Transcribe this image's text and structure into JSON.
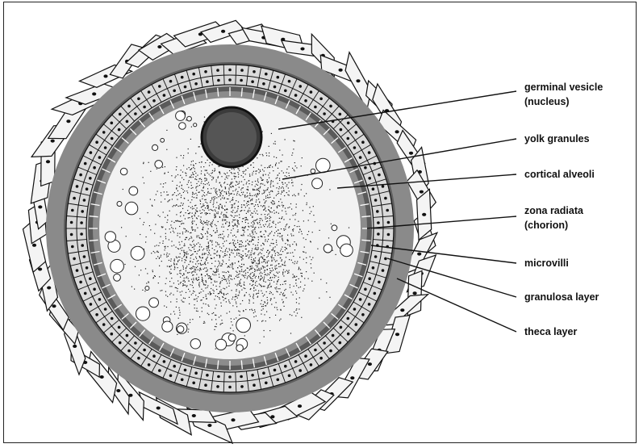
{
  "labels": {
    "germinal_vesicle": [
      "germinal vesicle",
      "(nucleus)"
    ],
    "yolk_granules": "yolk granules",
    "cortical_alveoli": "cortical alveoli",
    "zona_radiata": [
      "zona radiata",
      "(chorion)"
    ],
    "microvilli": "microvilli",
    "granulosa_layer": "granulosa layer",
    "theca_layer": "theca layer"
  },
  "colors": {
    "theca": "#8a8a8a",
    "theca_dark": "#6e6e6e",
    "granulosa": "#d9d9d9",
    "zona_radiata": "#5a5a5a",
    "cytoplasm": "#efefef",
    "nucleus": "#3a3a3a",
    "ink": "#111111"
  }
}
